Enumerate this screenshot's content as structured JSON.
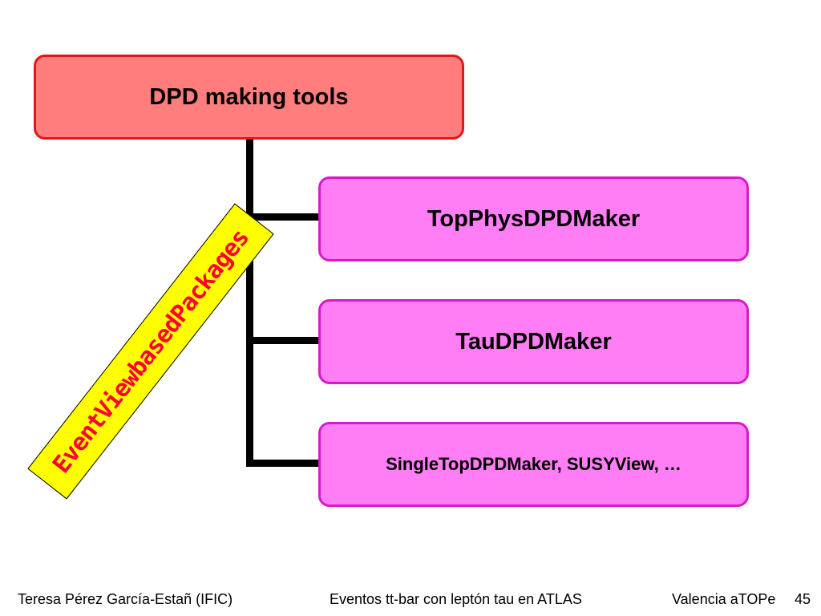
{
  "diagram": {
    "root": {
      "label": "DPD making tools"
    },
    "children": [
      {
        "label": "TopPhysDPDMaker"
      },
      {
        "label": "TauDPDMaker"
      },
      {
        "label": "SingleTopDPDMaker, SUSYView, …"
      }
    ],
    "banner": {
      "label": "EventViewbasedPackages"
    }
  },
  "footer": {
    "author": "Teresa Pérez García-Estañ (IFIC)",
    "title": "Eventos tt-bar con leptón tau en ATLAS",
    "event": "Valencia aTOPe",
    "page": "45"
  },
  "colors": {
    "root_fill": "#ff7d7d",
    "root_border": "#e01818",
    "child_fill": "#ff7df5",
    "child_border": "#d81ac8",
    "banner_fill": "#ffff00",
    "banner_text": "#ff0033"
  }
}
